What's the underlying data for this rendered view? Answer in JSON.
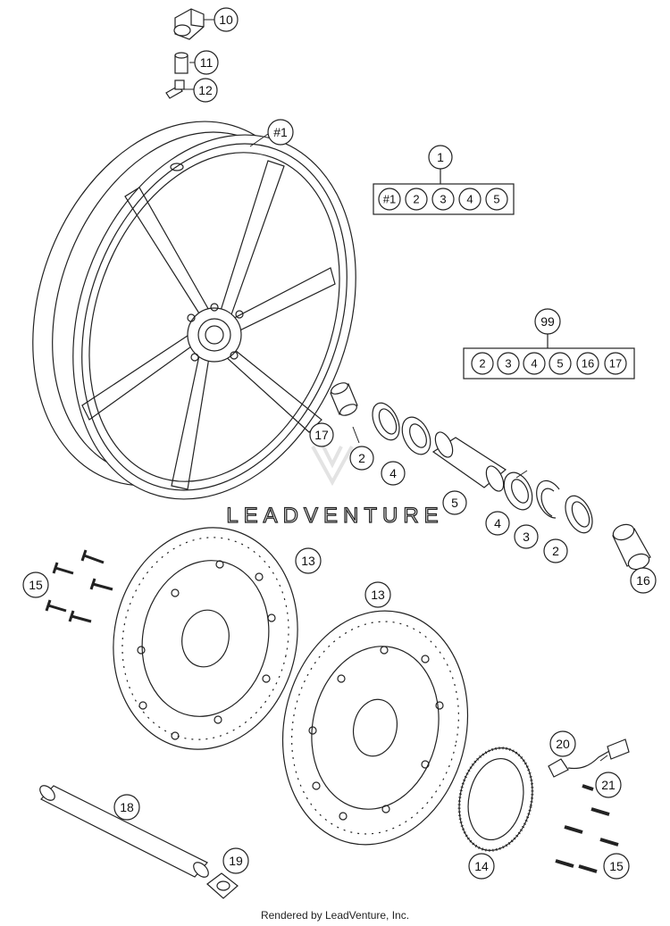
{
  "watermark": "LEADVENTURE",
  "footer": "Rendered by LeadVenture, Inc.",
  "callouts": {
    "c10": "10",
    "c11": "11",
    "c12": "12",
    "c_wheel": "#1",
    "c17": "17",
    "c2a": "2",
    "c4a": "4",
    "c5": "5",
    "c4b": "4",
    "c3": "3",
    "c2b": "2",
    "c16": "16",
    "c13a": "13",
    "c13b": "13",
    "c15a": "15",
    "c15b": "15",
    "c18": "18",
    "c19": "19",
    "c20": "20",
    "c21": "21",
    "c14": "14"
  },
  "kit1": {
    "label": "1",
    "items": [
      "#1",
      "2",
      "3",
      "4",
      "5"
    ]
  },
  "kit99": {
    "label": "99",
    "items": [
      "2",
      "3",
      "4",
      "5",
      "16",
      "17"
    ]
  }
}
